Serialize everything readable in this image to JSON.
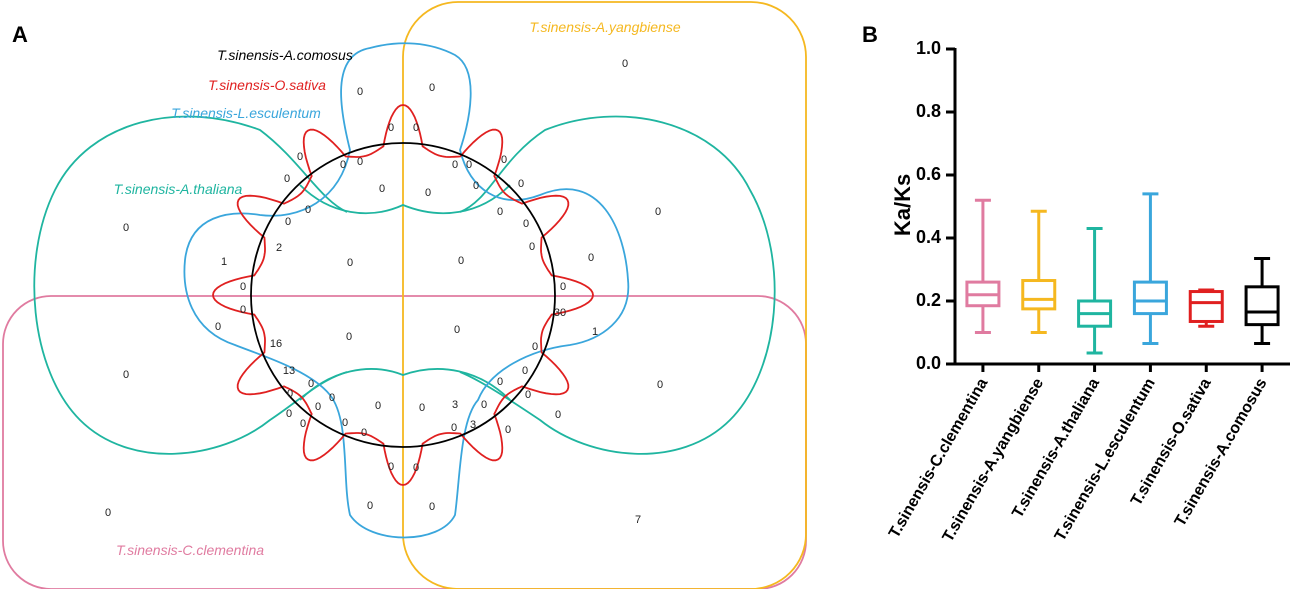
{
  "panels": {
    "a_label": "A",
    "b_label": "B"
  },
  "colors": {
    "comosus": "#000000",
    "sativa": "#e02020",
    "esculentum": "#3aa6dc",
    "thaliana": "#1fb5a0",
    "clementina": "#e07ba0",
    "yangbiense": "#f5b820"
  },
  "chart_data": [
    {
      "type": "venn",
      "sets": [
        {
          "name": "T.sinensis-A.comosus",
          "color": "#000000"
        },
        {
          "name": "T.sinensis-O.sativa",
          "color": "#e02020"
        },
        {
          "name": "T.sinensis-L.esculentum",
          "color": "#3aa6dc"
        },
        {
          "name": "T.sinensis-A.thaliana",
          "color": "#1fb5a0"
        },
        {
          "name": "T.sinensis-A.yangbiense",
          "color": "#f5b820"
        },
        {
          "name": "T.sinensis-C.clementina",
          "color": "#e07ba0"
        }
      ],
      "region_counts": [
        "0",
        "0",
        "0",
        "0",
        "0",
        "0",
        "0",
        "0",
        "0",
        "0",
        "0",
        "0",
        "0",
        "0",
        "0",
        "0",
        "0",
        "0",
        "0",
        "0",
        "0",
        "0",
        "1",
        "2",
        "0",
        "0",
        "0",
        "0",
        "0",
        "0",
        "0",
        "0",
        "0",
        "0",
        "30",
        "1",
        "16",
        "0",
        "0",
        "13",
        "0",
        "0",
        "0",
        "0",
        "0",
        "0",
        "0",
        "0",
        "0",
        "0",
        "0",
        "0",
        "0",
        "0",
        "3",
        "0",
        "0",
        "0",
        "3",
        "0",
        "0",
        "0",
        "0",
        "0",
        "0",
        "7"
      ]
    },
    {
      "type": "box",
      "ylabel": "Ka/Ks",
      "ylim": [
        0,
        1.0
      ],
      "yticks": [
        "0.0",
        "0.2",
        "0.4",
        "0.6",
        "0.8",
        "1.0"
      ],
      "series": [
        {
          "name": "T.sinensis-C.clementina",
          "color": "#e07ba0",
          "min": 0.1,
          "q1": 0.185,
          "median": 0.22,
          "q3": 0.26,
          "max": 0.52
        },
        {
          "name": "T.sinensis-A.yangbiense",
          "color": "#f5b820",
          "min": 0.1,
          "q1": 0.175,
          "median": 0.205,
          "q3": 0.265,
          "max": 0.485
        },
        {
          "name": "T.sinensis-A.thaliana",
          "color": "#1fb5a0",
          "min": 0.035,
          "q1": 0.12,
          "median": 0.16,
          "q3": 0.2,
          "max": 0.43
        },
        {
          "name": "T.sinensis-L.esculentum",
          "color": "#3aa6dc",
          "min": 0.065,
          "q1": 0.16,
          "median": 0.2,
          "q3": 0.26,
          "max": 0.54
        },
        {
          "name": "T.sinensis-O.sativa",
          "color": "#e02020",
          "min": 0.12,
          "q1": 0.135,
          "median": 0.195,
          "q3": 0.23,
          "max": 0.235
        },
        {
          "name": "T.sinensis-A.comosus",
          "color": "#000000",
          "min": 0.065,
          "q1": 0.125,
          "median": 0.165,
          "q3": 0.245,
          "max": 0.335
        }
      ]
    }
  ]
}
